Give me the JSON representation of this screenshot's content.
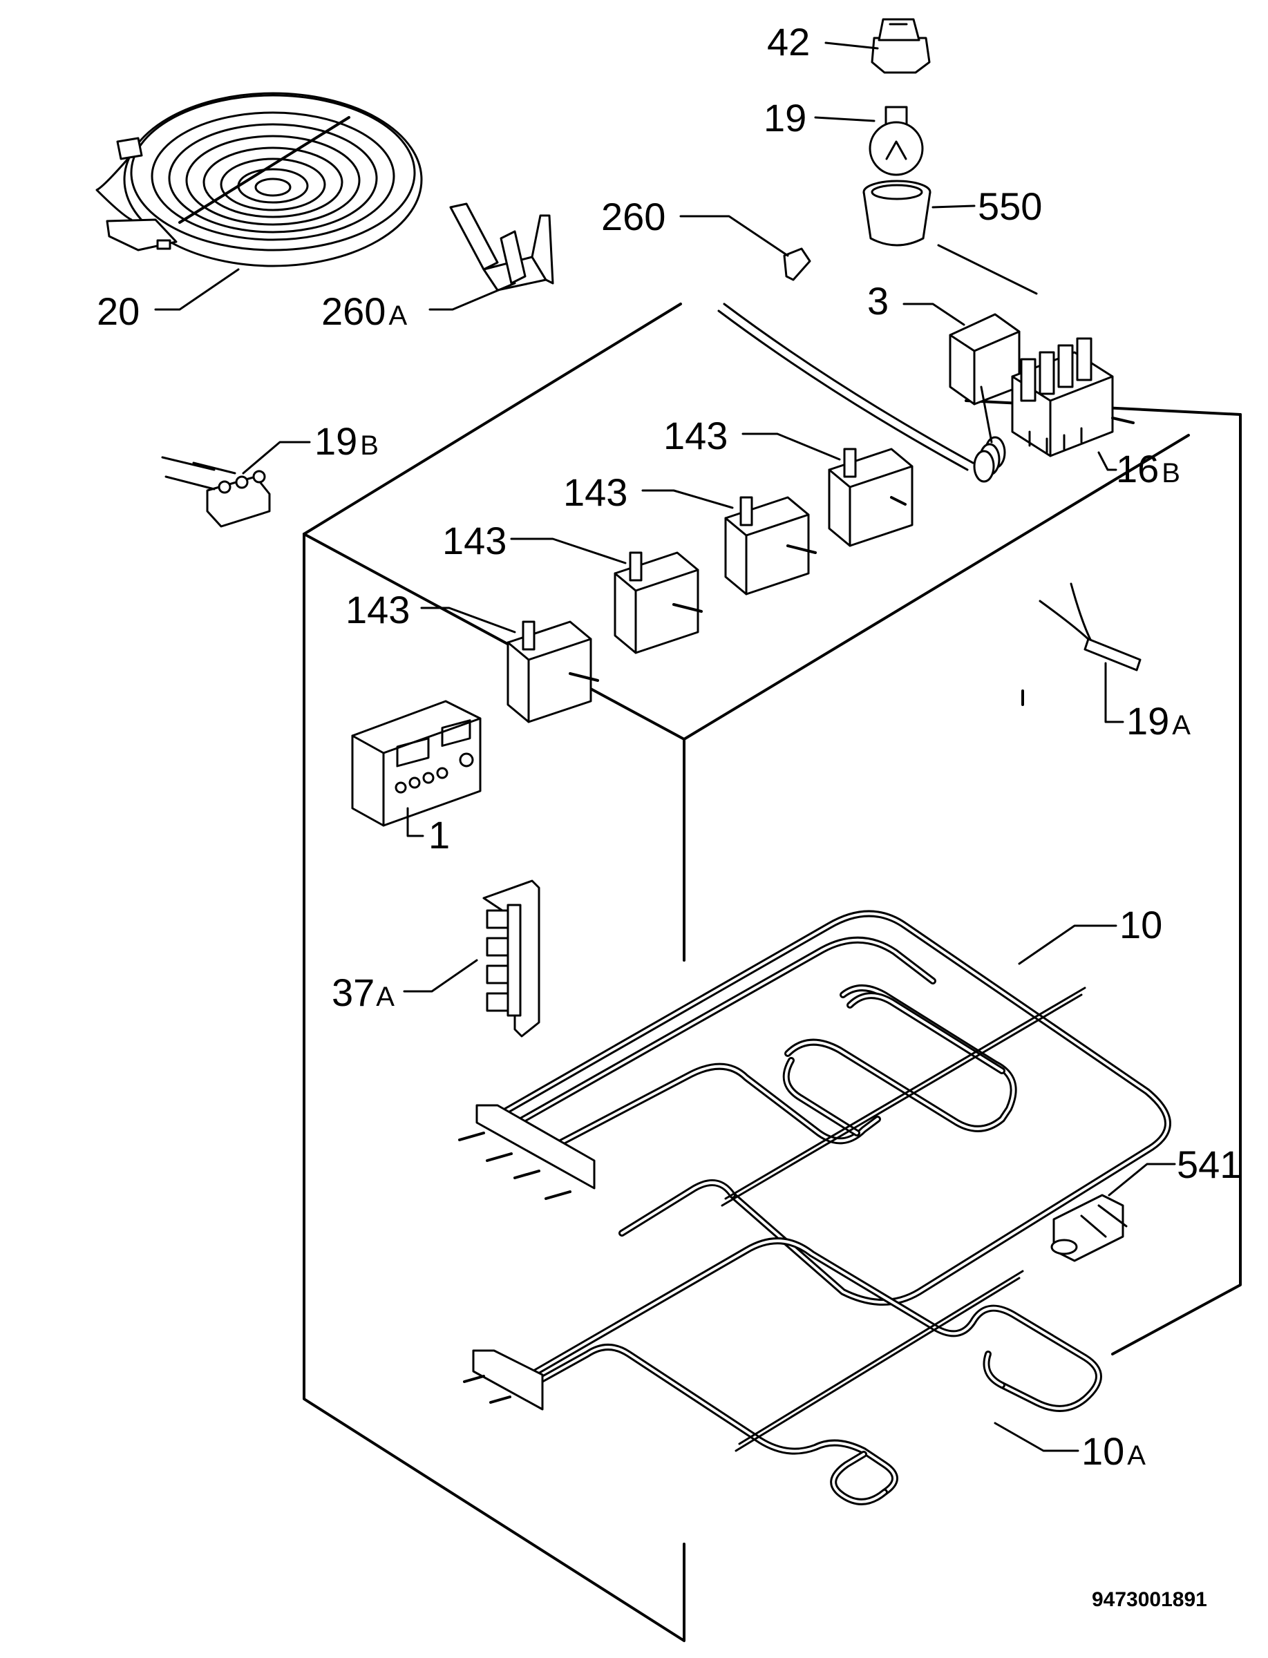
{
  "diagram": {
    "part_labels": {
      "p42": "42",
      "p19": "19",
      "p550": "550",
      "p260": "260",
      "p20": "20",
      "p260a": "260",
      "p260a_suffix": "A",
      "p3": "3",
      "p16b": "16",
      "p16b_suffix": "B",
      "p19b": "19",
      "p19b_suffix": "B",
      "p143a": "143",
      "p143b": "143",
      "p143c": "143",
      "p143d": "143",
      "p19a": "19",
      "p19a_suffix": "A",
      "p1": "1",
      "p10": "10",
      "p37a": "37",
      "p37a_suffix": "A",
      "p541": "541",
      "p10a": "10",
      "p10a_suffix": "A"
    },
    "document_number": "9473001891"
  }
}
